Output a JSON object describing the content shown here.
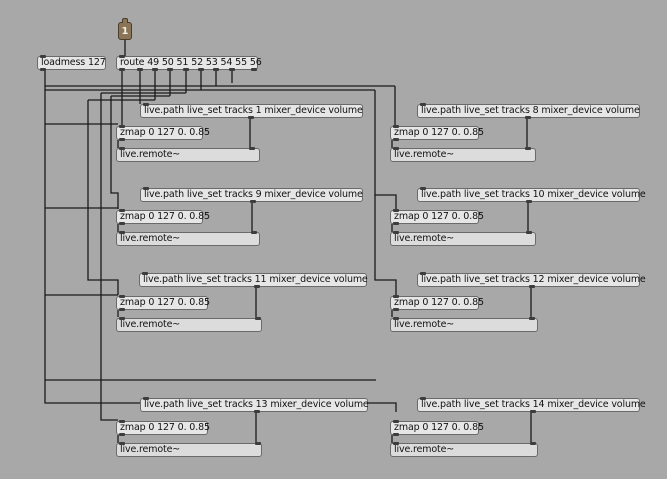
{
  "number_box": {
    "value": "1"
  },
  "loadmess": {
    "text": "loadmess 127"
  },
  "route": {
    "text": "route 49 50 51 52 53 54 55 56"
  },
  "groups": [
    {
      "path": "live.path live_set tracks 1 mixer_device volume",
      "zmap": "zmap 0 127 0. 0.85",
      "remote": "live.remote~"
    },
    {
      "path": "live.path live_set tracks 8 mixer_device volume",
      "zmap": "zmap 0 127 0. 0.85",
      "remote": "live.remote~"
    },
    {
      "path": "live.path live_set tracks 9 mixer_device volume",
      "zmap": "zmap 0 127 0. 0.85",
      "remote": "live.remote~"
    },
    {
      "path": "live.path live_set tracks 10 mixer_device volume",
      "zmap": "zmap 0 127 0. 0.85",
      "remote": "live.remote~"
    },
    {
      "path": "live.path live_set tracks 11 mixer_device volume",
      "zmap": "zmap 0 127 0. 0.85",
      "remote": "live.remote~"
    },
    {
      "path": "live.path live_set tracks 12 mixer_device volume",
      "zmap": "zmap 0 127 0. 0.85",
      "remote": "live.remote~"
    },
    {
      "path": "live.path live_set tracks 13 mixer_device volume",
      "zmap": "zmap 0 127 0. 0.85",
      "remote": "live.remote~"
    },
    {
      "path": "live.path live_set tracks 14 mixer_device volume",
      "zmap": "zmap 0 127 0. 0.85",
      "remote": "live.remote~"
    }
  ]
}
